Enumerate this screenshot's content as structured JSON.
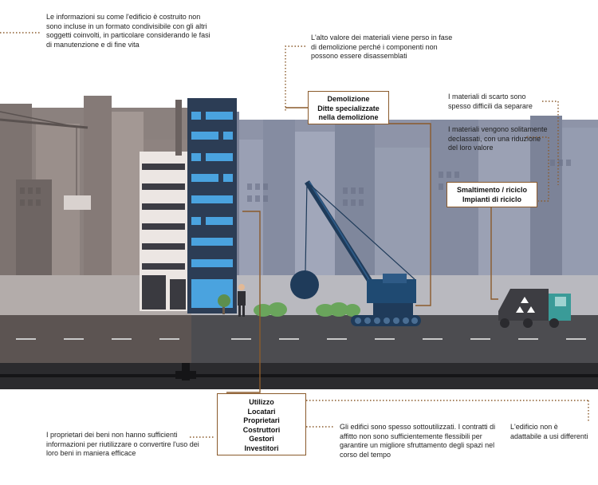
{
  "notes": {
    "top_left": "Le informazioni su come l'edificio è costruito non sono incluse in un formato condivisibile con gli altri soggetti coinvolti, in particolare considerando le fasi di manutenzione e di fine vita",
    "demolition_materials": "L'alto valore dei materiali viene perso in fase di demolizione perché i componenti non possono essere disassemblati",
    "scrap_separation": "I materiali di scarto sono spesso difficili da separare",
    "downcycling": "I materiali vengono solitamente declassati, con una riduzione del loro valore",
    "owners_info": "I proprietari dei beni non hanno sufficienti informazioni per riutilizzare o convertire l'uso dei loro beni in maniera efficace",
    "underused": "Gli edifici sono spesso sottoutilizzati. I contratti di affitto non sono sufficientemente flessibili per garantire un migliore sfruttamento degli spazi nel corso del tempo",
    "not_adaptable": "L'edificio non è adattabile a usi differenti"
  },
  "boxes": {
    "demolition": [
      "Demolizione",
      "Ditte specializzate",
      "nella demolizione"
    ],
    "recycling": [
      "Smaltimento / riciclo",
      "Impianti di riciclo"
    ],
    "usage": [
      "Utilizzo",
      "Locatari",
      "Proprietari",
      "Costruttori",
      "Gestori",
      "Investitori"
    ]
  },
  "colors": {
    "connector": "#8a5a2b",
    "sky_left": "#8a7f7c",
    "sky_right": "#8c93a8",
    "road": "#4a4a4e",
    "crane_blue": "#1f3b5a",
    "glass": "#4aa3df",
    "truck_teal": "#3a9b98"
  },
  "icons": [
    "recycle-icon"
  ]
}
